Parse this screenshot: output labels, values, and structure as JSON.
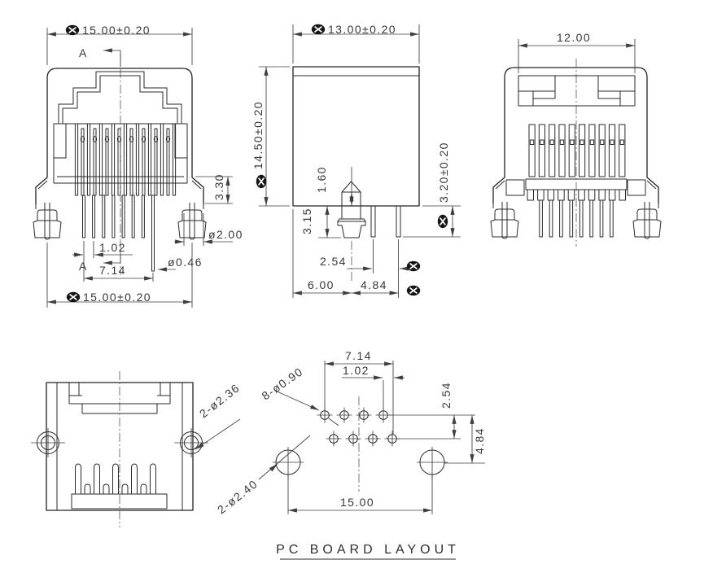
{
  "drawing": {
    "title": "PC BOARD LAYOUT"
  },
  "front_view": {
    "width_top": "15.00±0.20",
    "width_bottom": "15.00±0.20",
    "section_top": "A",
    "section_bottom": "A",
    "contact_exposure": "3.30",
    "post_dia": "ø2.00",
    "pin_pitch": "1.02",
    "pin_span": "7.14",
    "contact_dia": "ø0.46"
  },
  "side_view": {
    "depth": "13.00±0.20",
    "height": "14.50±0.20",
    "post_tip": "1.60",
    "post_length": "3.15",
    "pin_protrusion": "3.20±0.20",
    "pin_row_gap": "2.54",
    "face_to_post": "6.00",
    "post_to_pin": "4.84"
  },
  "rear_view": {
    "width": "12.00"
  },
  "bottom_view": {
    "post_holes": "2-ø2.36"
  },
  "pcb_layout": {
    "hole_span": "7.14",
    "hole_pitch": "1.02",
    "row_gap": "2.54",
    "row_to_post": "4.84",
    "contact_holes": "8-ø0.90",
    "post_holes": "2-ø2.40",
    "post_span": "15.00"
  },
  "colors": {
    "line": "#232323",
    "dimension": "#3e3e3e",
    "background": "#ffffff",
    "flag_symbol": "#161616"
  }
}
